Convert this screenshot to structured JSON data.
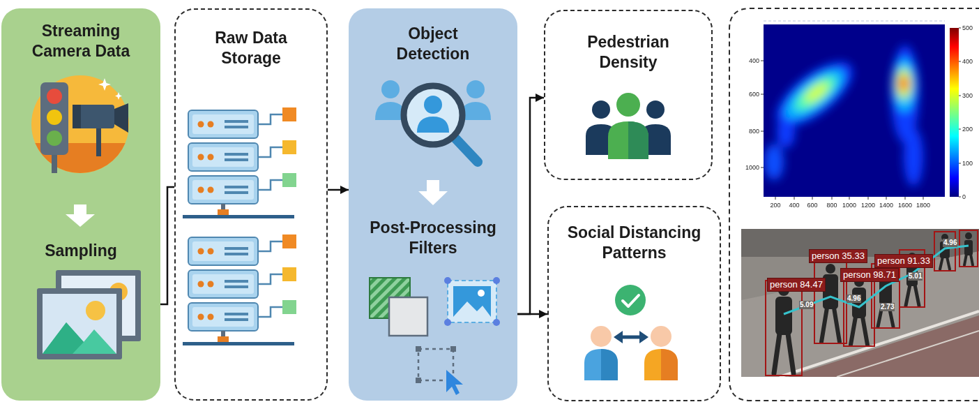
{
  "diagram": {
    "nodes": [
      {
        "text": [
          "Streaming Camera Data",
          "Sampling"
        ]
      },
      {
        "text": [
          "Raw Data Storage"
        ]
      },
      {
        "text": [
          "Object Detection",
          "Post-Processing Filters"
        ]
      },
      {
        "text": [
          "Pedestrian Density"
        ]
      },
      {
        "text": [
          "Social Distancing Patterns"
        ]
      }
    ],
    "edges": [
      {
        "from": 0,
        "to": 1,
        "arrow": "none"
      },
      {
        "from": 1,
        "to": 2,
        "arrow": "to"
      },
      {
        "from": 2,
        "to": 3,
        "arrow": "to"
      },
      {
        "from": 2,
        "to": 4,
        "arrow": "to"
      }
    ],
    "labels": [
      "400",
      "600",
      "800",
      "1000",
      "200",
      "400",
      "600",
      "800",
      "1000",
      "1200",
      "1400",
      "1600",
      "1800",
      "500",
      "400",
      "300",
      "200",
      "100",
      "0",
      "person 35.33",
      "person 91.33",
      "person 84.47",
      "person 98.71",
      "4.96",
      "5.01",
      "5.09",
      "4.96",
      "2.73"
    ]
  }
}
